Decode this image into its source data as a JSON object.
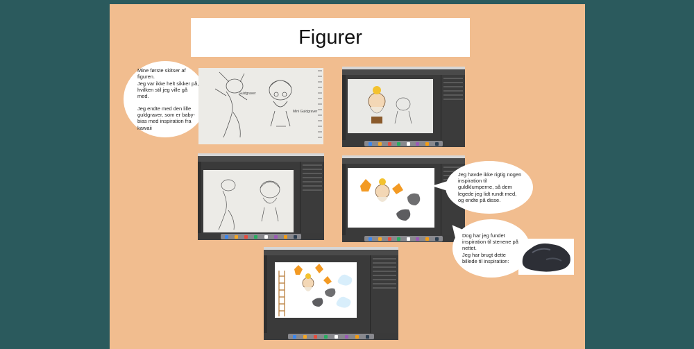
{
  "slide": {
    "title": "Figurer"
  },
  "bubbles": {
    "sketch_note": {
      "para1": [
        "Mine første skitser af",
        "figuren.",
        "Jeg var ikke helt sikker på,",
        "hvilken stil jeg ville gå med."
      ],
      "para2": [
        "Jeg endte med den lille",
        "guldgraver, som er baby-",
        "bias med inspiration fra",
        "kawaii"
      ]
    },
    "gold_note": [
      "Jeg havde ikke rigtig nogen",
      "inspiration til",
      "guldklumperne, så dem",
      "legede jeg lidt rundt med,",
      "og endte på disse."
    ],
    "stone_note": [
      "Dog har jeg fundet",
      "inspiration til stenene på",
      "nettet.",
      "Jeg har brugt dette",
      "billede til inspiration:"
    ]
  },
  "sketch_labels": {
    "left_figure": "Guldgraver",
    "right_figure": "Mini Guldgraver"
  },
  "screenshots": [
    {
      "name": "sketch-photo"
    },
    {
      "name": "illustrator-colored-miner"
    },
    {
      "name": "illustrator-sketch-trace"
    },
    {
      "name": "illustrator-gold-and-stones"
    },
    {
      "name": "illustrator-full-scene"
    }
  ],
  "colors": {
    "background": "#2b5a5d",
    "slide": "#f1bd8f",
    "gold": "#f39a23",
    "stone": "#6e6e70",
    "ui_dark": "#3a3a3a"
  }
}
